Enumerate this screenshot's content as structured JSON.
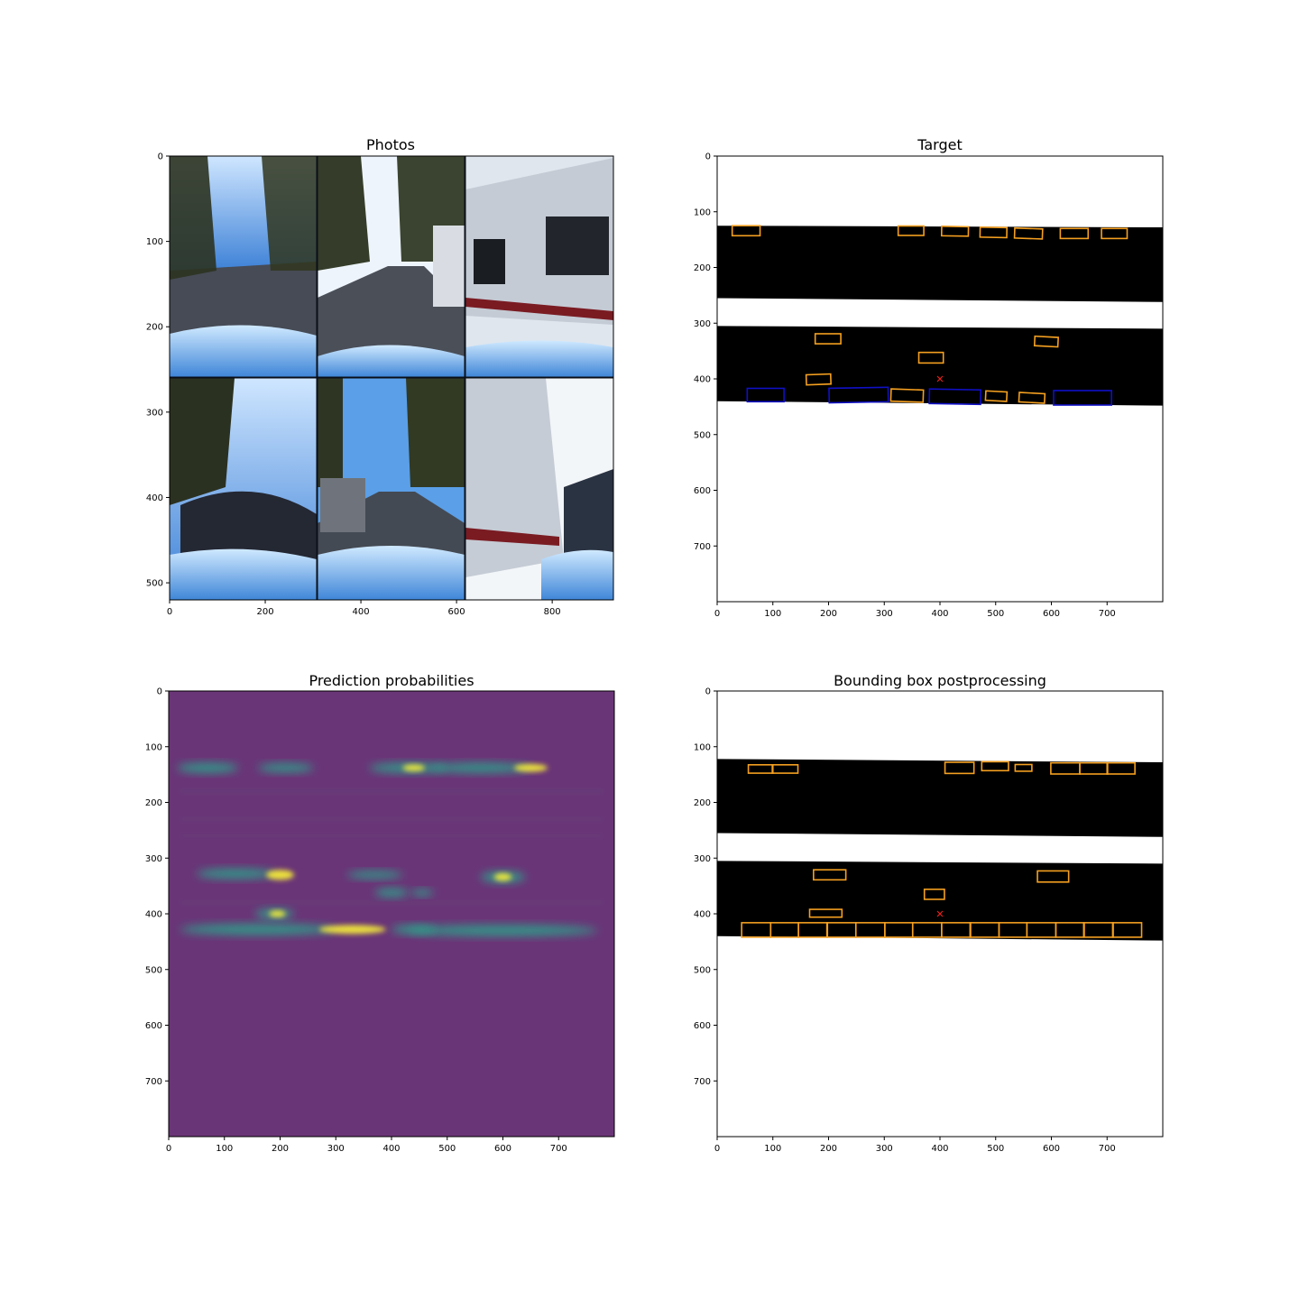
{
  "panels": {
    "photos": {
      "title": "Photos",
      "xticks": [
        "0",
        "200",
        "400",
        "600",
        "800"
      ],
      "yticks": [
        "0",
        "100",
        "200",
        "300",
        "400",
        "500"
      ]
    },
    "target": {
      "title": "Target",
      "xticks": [
        "0",
        "100",
        "200",
        "300",
        "400",
        "500",
        "600",
        "700"
      ],
      "yticks": [
        "0",
        "100",
        "200",
        "300",
        "400",
        "500",
        "600",
        "700"
      ]
    },
    "prediction": {
      "title": "Prediction probabilities",
      "xticks": [
        "0",
        "100",
        "200",
        "300",
        "400",
        "500",
        "600",
        "700"
      ],
      "yticks": [
        "0",
        "100",
        "200",
        "300",
        "400",
        "500",
        "600",
        "700"
      ]
    },
    "postprocess": {
      "title": "Bounding box postprocessing",
      "xticks": [
        "0",
        "100",
        "200",
        "300",
        "400",
        "500",
        "600",
        "700"
      ],
      "yticks": [
        "0",
        "100",
        "200",
        "300",
        "400",
        "500",
        "600",
        "700"
      ]
    }
  },
  "chart_data": [
    {
      "type": "image",
      "title": "Photos",
      "description_grid": "2x3 mosaic of camera images",
      "xlim": [
        0,
        928
      ],
      "ylim": [
        0,
        520
      ],
      "colors": {
        "sky": "#4a8fd6",
        "road": "#3c4450",
        "trees": "#2a3020"
      }
    },
    {
      "type": "image",
      "title": "Target",
      "xlim": [
        0,
        800
      ],
      "ylim": [
        0,
        800
      ],
      "lanes": [
        {
          "top": [
            125,
            128
          ],
          "bottom": [
            255,
            262
          ]
        },
        {
          "top": [
            305,
            310
          ],
          "bottom": [
            440,
            448
          ]
        }
      ],
      "ego_marker": {
        "x": 400,
        "y": 400,
        "color": "#e8221c"
      },
      "boxes_orange": [
        {
          "x": 52,
          "y": 134,
          "w": 50,
          "h": 18,
          "angle": 0
        },
        {
          "x": 348,
          "y": 134,
          "w": 46,
          "h": 17,
          "angle": 0
        },
        {
          "x": 427,
          "y": 135,
          "w": 48,
          "h": 17,
          "angle": 1
        },
        {
          "x": 496,
          "y": 137,
          "w": 48,
          "h": 18,
          "angle": 1
        },
        {
          "x": 559,
          "y": 139,
          "w": 50,
          "h": 18,
          "angle": 2
        },
        {
          "x": 641,
          "y": 139,
          "w": 50,
          "h": 18,
          "angle": 0
        },
        {
          "x": 713,
          "y": 139,
          "w": 46,
          "h": 18,
          "angle": 0
        },
        {
          "x": 199,
          "y": 328,
          "w": 46,
          "h": 18,
          "angle": 0
        },
        {
          "x": 591,
          "y": 333,
          "w": 42,
          "h": 17,
          "angle": 3
        },
        {
          "x": 384,
          "y": 362,
          "w": 44,
          "h": 19,
          "angle": 0
        },
        {
          "x": 182,
          "y": 401,
          "w": 44,
          "h": 18,
          "angle": -2
        },
        {
          "x": 341,
          "y": 430,
          "w": 58,
          "h": 22,
          "angle": 2
        },
        {
          "x": 501,
          "y": 431,
          "w": 38,
          "h": 17,
          "angle": 3
        },
        {
          "x": 565,
          "y": 434,
          "w": 46,
          "h": 17,
          "angle": 3
        }
      ],
      "boxes_blue": [
        {
          "x": 87,
          "y": 429,
          "w": 66,
          "h": 24,
          "angle": 0
        },
        {
          "x": 254,
          "y": 429,
          "w": 106,
          "h": 26,
          "angle": -1
        },
        {
          "x": 427,
          "y": 432,
          "w": 92,
          "h": 26,
          "angle": 1
        },
        {
          "x": 656,
          "y": 434,
          "w": 104,
          "h": 26,
          "angle": 0
        }
      ],
      "box_colors": {
        "orange": "#f5a020",
        "blue": "#1010c8",
        "lane": "#000000"
      }
    },
    {
      "type": "heatmap",
      "title": "Prediction probabilities",
      "xlim": [
        0,
        800
      ],
      "ylim": [
        0,
        800
      ],
      "colors": {
        "background": "#6a3577",
        "mid": "#2aa58a",
        "high": "#f2e93a"
      },
      "blobs": [
        {
          "x": 70,
          "y": 138,
          "rx": 55,
          "ry": 9,
          "level": "mid"
        },
        {
          "x": 210,
          "y": 138,
          "rx": 50,
          "ry": 8,
          "level": "mid"
        },
        {
          "x": 430,
          "y": 138,
          "rx": 70,
          "ry": 9,
          "level": "mid"
        },
        {
          "x": 560,
          "y": 138,
          "rx": 90,
          "ry": 9,
          "level": "mid"
        },
        {
          "x": 650,
          "y": 138,
          "rx": 30,
          "ry": 7,
          "level": "high"
        },
        {
          "x": 440,
          "y": 138,
          "rx": 20,
          "ry": 6,
          "level": "high"
        },
        {
          "x": 120,
          "y": 328,
          "rx": 70,
          "ry": 9,
          "level": "mid"
        },
        {
          "x": 200,
          "y": 330,
          "rx": 25,
          "ry": 9,
          "level": "high"
        },
        {
          "x": 370,
          "y": 330,
          "rx": 50,
          "ry": 7,
          "level": "mid"
        },
        {
          "x": 600,
          "y": 334,
          "rx": 40,
          "ry": 10,
          "level": "mid"
        },
        {
          "x": 600,
          "y": 334,
          "rx": 16,
          "ry": 7,
          "level": "high"
        },
        {
          "x": 400,
          "y": 362,
          "rx": 30,
          "ry": 8,
          "level": "mid"
        },
        {
          "x": 455,
          "y": 362,
          "rx": 20,
          "ry": 6,
          "level": "mid"
        },
        {
          "x": 190,
          "y": 400,
          "rx": 35,
          "ry": 9,
          "level": "mid"
        },
        {
          "x": 195,
          "y": 400,
          "rx": 15,
          "ry": 6,
          "level": "high"
        },
        {
          "x": 160,
          "y": 428,
          "rx": 140,
          "ry": 10,
          "level": "mid"
        },
        {
          "x": 330,
          "y": 428,
          "rx": 60,
          "ry": 8,
          "level": "high"
        },
        {
          "x": 600,
          "y": 430,
          "rx": 170,
          "ry": 10,
          "level": "mid"
        },
        {
          "x": 440,
          "y": 428,
          "rx": 40,
          "ry": 8,
          "level": "mid"
        }
      ]
    },
    {
      "type": "image",
      "title": "Bounding box postprocessing",
      "xlim": [
        0,
        800
      ],
      "ylim": [
        0,
        800
      ],
      "lanes": [
        {
          "top": [
            122,
            128
          ],
          "bottom": [
            255,
            262
          ]
        },
        {
          "top": [
            305,
            310
          ],
          "bottom": [
            440,
            448
          ]
        }
      ],
      "ego_marker": {
        "x": 400,
        "y": 400,
        "color": "#e8221c"
      },
      "boxes_orange": [
        {
          "x": 78,
          "y": 140,
          "w": 44,
          "h": 15
        },
        {
          "x": 122,
          "y": 140,
          "w": 46,
          "h": 15
        },
        {
          "x": 435,
          "y": 138,
          "w": 52,
          "h": 20
        },
        {
          "x": 499,
          "y": 135,
          "w": 48,
          "h": 16
        },
        {
          "x": 550,
          "y": 138,
          "w": 30,
          "h": 12
        },
        {
          "x": 625,
          "y": 139,
          "w": 52,
          "h": 20
        },
        {
          "x": 676,
          "y": 139,
          "w": 50,
          "h": 20
        },
        {
          "x": 725,
          "y": 139,
          "w": 50,
          "h": 20
        },
        {
          "x": 202,
          "y": 330,
          "w": 58,
          "h": 18
        },
        {
          "x": 603,
          "y": 333,
          "w": 56,
          "h": 20
        },
        {
          "x": 390,
          "y": 365,
          "w": 36,
          "h": 18
        },
        {
          "x": 195,
          "y": 399,
          "w": 58,
          "h": 14
        },
        {
          "x": 70,
          "y": 429,
          "w": 52,
          "h": 26
        },
        {
          "x": 121,
          "y": 429,
          "w": 50,
          "h": 26
        },
        {
          "x": 172,
          "y": 429,
          "w": 52,
          "h": 26
        },
        {
          "x": 223,
          "y": 429,
          "w": 52,
          "h": 26
        },
        {
          "x": 275,
          "y": 429,
          "w": 52,
          "h": 26
        },
        {
          "x": 326,
          "y": 429,
          "w": 50,
          "h": 26
        },
        {
          "x": 377,
          "y": 429,
          "w": 52,
          "h": 26
        },
        {
          "x": 429,
          "y": 429,
          "w": 52,
          "h": 26
        },
        {
          "x": 480,
          "y": 429,
          "w": 52,
          "h": 26
        },
        {
          "x": 531,
          "y": 429,
          "w": 50,
          "h": 26
        },
        {
          "x": 582,
          "y": 429,
          "w": 52,
          "h": 26
        },
        {
          "x": 633,
          "y": 429,
          "w": 50,
          "h": 26
        },
        {
          "x": 685,
          "y": 429,
          "w": 52,
          "h": 26
        },
        {
          "x": 736,
          "y": 429,
          "w": 52,
          "h": 26
        }
      ],
      "box_colors": {
        "orange": "#f5a020",
        "lane": "#000000"
      }
    }
  ]
}
